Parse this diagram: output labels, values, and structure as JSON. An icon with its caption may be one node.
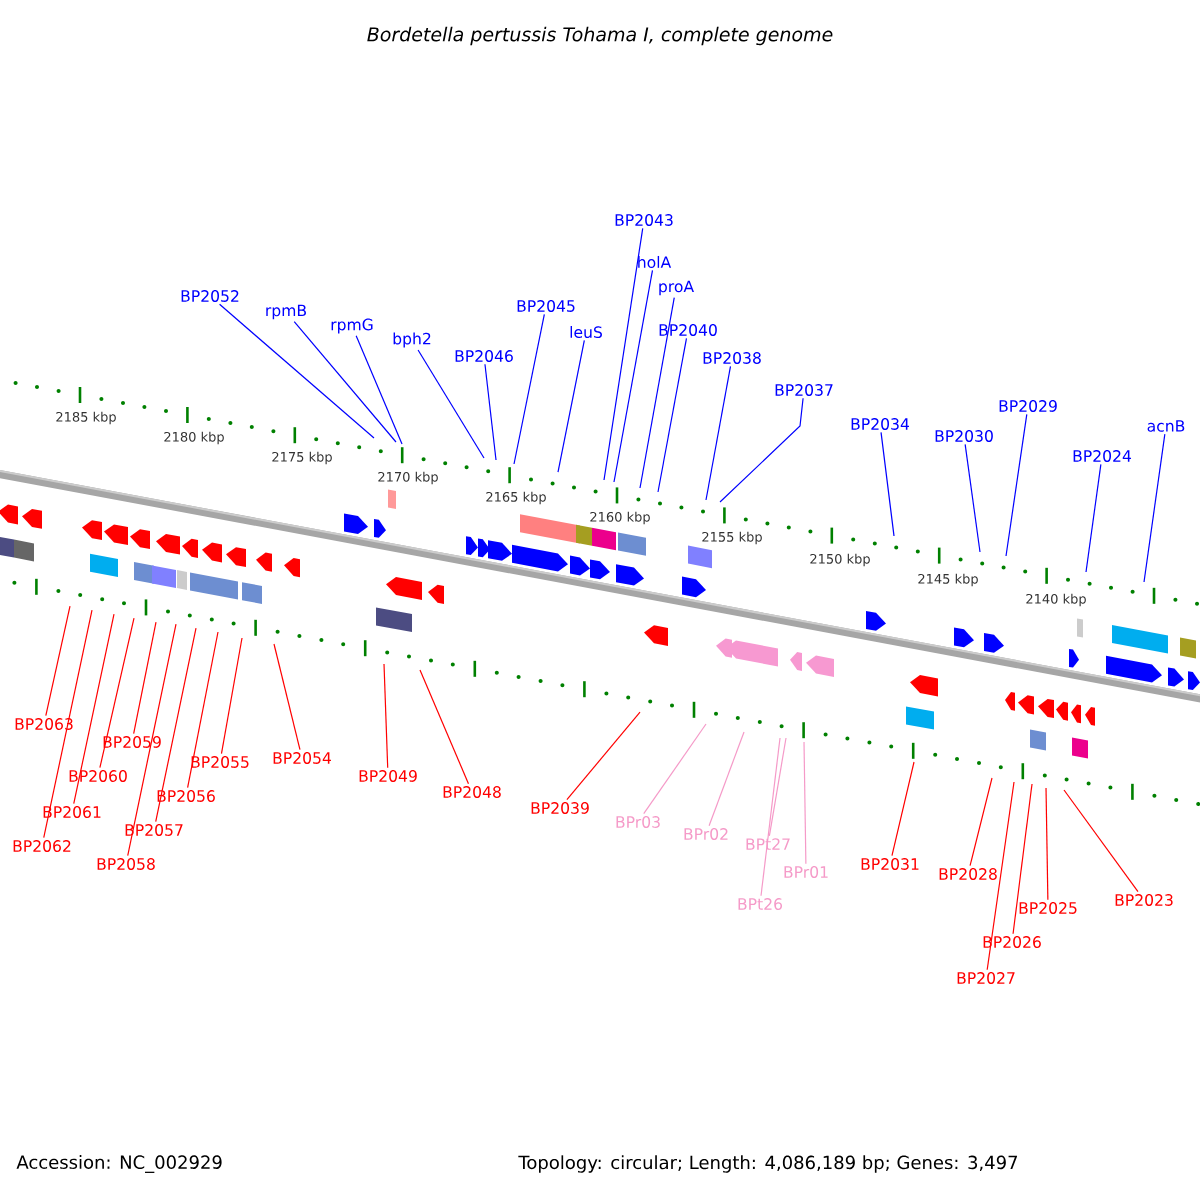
{
  "diagram": {
    "title": "Bordetella pertussis Tohama I, complete genome",
    "nodes": [
      {
        "text": [
          "BP2052"
        ]
      },
      {
        "text": [
          "rpmB"
        ]
      },
      {
        "text": [
          "rpmG"
        ]
      },
      {
        "text": [
          "bph2"
        ]
      },
      {
        "text": [
          "BP2046"
        ]
      },
      {
        "text": [
          "BP2045"
        ]
      },
      {
        "text": [
          "leuS"
        ]
      },
      {
        "text": [
          "BP2043"
        ]
      },
      {
        "text": [
          "holA"
        ]
      },
      {
        "text": [
          "proA"
        ]
      },
      {
        "text": [
          "BP2040"
        ]
      },
      {
        "text": [
          "BP2038"
        ]
      },
      {
        "text": [
          "BP2037"
        ]
      },
      {
        "text": [
          "BP2034"
        ]
      },
      {
        "text": [
          "BP2030"
        ]
      },
      {
        "text": [
          "BP2029"
        ]
      },
      {
        "text": [
          "BP2024"
        ]
      },
      {
        "text": [
          "acnB"
        ]
      },
      {
        "text": [
          "BP2063"
        ]
      },
      {
        "text": [
          "BP2059"
        ]
      },
      {
        "text": [
          "BP2060"
        ]
      },
      {
        "text": [
          "BP2061"
        ]
      },
      {
        "text": [
          "BP2062"
        ]
      },
      {
        "text": [
          "BP2058"
        ]
      },
      {
        "text": [
          "BP2057"
        ]
      },
      {
        "text": [
          "BP2056"
        ]
      },
      {
        "text": [
          "BP2055"
        ]
      },
      {
        "text": [
          "BP2054"
        ]
      },
      {
        "text": [
          "BP2049"
        ]
      },
      {
        "text": [
          "BP2048"
        ]
      },
      {
        "text": [
          "BP2039"
        ]
      },
      {
        "text": [
          "BPr03"
        ]
      },
      {
        "text": [
          "BPr02"
        ]
      },
      {
        "text": [
          "BPt27"
        ]
      },
      {
        "text": [
          "BPt26"
        ]
      },
      {
        "text": [
          "BPr01"
        ]
      },
      {
        "text": [
          "BP2031"
        ]
      },
      {
        "text": [
          "BP2028"
        ]
      },
      {
        "text": [
          "BP2027"
        ]
      },
      {
        "text": [
          "BP2026"
        ]
      },
      {
        "text": [
          "BP2025"
        ]
      },
      {
        "text": [
          "BP2023"
        ]
      }
    ],
    "edges": [
      {
        "from": 0,
        "to": null,
        "arrow": "none",
        "color": "#0000ff"
      },
      {
        "from": 1,
        "to": null,
        "arrow": "none",
        "color": "#0000ff"
      },
      {
        "from": 2,
        "to": null,
        "arrow": "none",
        "color": "#0000ff"
      },
      {
        "from": 3,
        "to": null,
        "arrow": "none",
        "color": "#0000ff"
      },
      {
        "from": 4,
        "to": null,
        "arrow": "none",
        "color": "#0000ff"
      },
      {
        "from": 5,
        "to": null,
        "arrow": "none",
        "color": "#0000ff"
      },
      {
        "from": 6,
        "to": null,
        "arrow": "none",
        "color": "#0000ff"
      },
      {
        "from": 7,
        "to": null,
        "arrow": "none",
        "color": "#0000ff"
      },
      {
        "from": 8,
        "to": null,
        "arrow": "none",
        "color": "#0000ff"
      },
      {
        "from": 9,
        "to": null,
        "arrow": "none",
        "color": "#0000ff"
      },
      {
        "from": 10,
        "to": null,
        "arrow": "none",
        "color": "#0000ff"
      },
      {
        "from": 11,
        "to": null,
        "arrow": "none",
        "color": "#0000ff"
      },
      {
        "from": 12,
        "to": null,
        "arrow": "none",
        "color": "#0000ff"
      },
      {
        "from": 13,
        "to": null,
        "arrow": "none",
        "color": "#0000ff"
      },
      {
        "from": 14,
        "to": null,
        "arrow": "none",
        "color": "#0000ff"
      },
      {
        "from": 15,
        "to": null,
        "arrow": "none",
        "color": "#0000ff"
      },
      {
        "from": 16,
        "to": null,
        "arrow": "none",
        "color": "#0000ff"
      },
      {
        "from": 17,
        "to": null,
        "arrow": "none",
        "color": "#0000ff"
      },
      {
        "from": 18,
        "to": null,
        "arrow": "none"
      },
      {
        "from": 19,
        "to": null,
        "arrow": "none"
      },
      {
        "from": 20,
        "to": null,
        "arrow": "none"
      },
      {
        "from": 21,
        "to": null,
        "arrow": "none"
      },
      {
        "from": 22,
        "to": null,
        "arrow": "none"
      },
      {
        "from": 23,
        "to": null,
        "arrow": "none"
      },
      {
        "from": 24,
        "to": null,
        "arrow": "none"
      },
      {
        "from": 25,
        "to": null,
        "arrow": "none"
      },
      {
        "from": 26,
        "to": null,
        "arrow": "none"
      },
      {
        "from": 27,
        "to": null,
        "arrow": "none"
      },
      {
        "from": 28,
        "to": null,
        "arrow": "none"
      },
      {
        "from": 29,
        "to": null,
        "arrow": "none"
      },
      {
        "from": 30,
        "to": null,
        "arrow": "none"
      },
      {
        "from": 31,
        "to": null,
        "arrow": "none",
        "color": "#f59ac8"
      },
      {
        "from": 32,
        "to": null,
        "arrow": "none",
        "color": "#f59ac8"
      },
      {
        "from": 33,
        "to": null,
        "arrow": "none",
        "color": "#f59ac8"
      },
      {
        "from": 34,
        "to": null,
        "arrow": "none",
        "color": "#f59ac8"
      },
      {
        "from": 35,
        "to": null,
        "arrow": "none",
        "color": "#f59ac8"
      },
      {
        "from": 36,
        "to": null,
        "arrow": "none"
      },
      {
        "from": 37,
        "to": null,
        "arrow": "none"
      },
      {
        "from": 38,
        "to": null,
        "arrow": "none"
      },
      {
        "from": 39,
        "to": null,
        "arrow": "none"
      },
      {
        "from": 40,
        "to": null,
        "arrow": "none"
      },
      {
        "from": 41,
        "to": null,
        "arrow": "none"
      }
    ],
    "labels": [
      "2185 kbp",
      "2180 kbp",
      "2175 kbp",
      "2170 kbp",
      "2165 kbp",
      "2160 kbp",
      "2155 kbp",
      "2150 kbp",
      "2145 kbp",
      "2140 kbp",
      "Accession: NC_002929",
      "Topology: circular; Length: 4,086,189 bp; Genes: 3,497"
    ]
  }
}
